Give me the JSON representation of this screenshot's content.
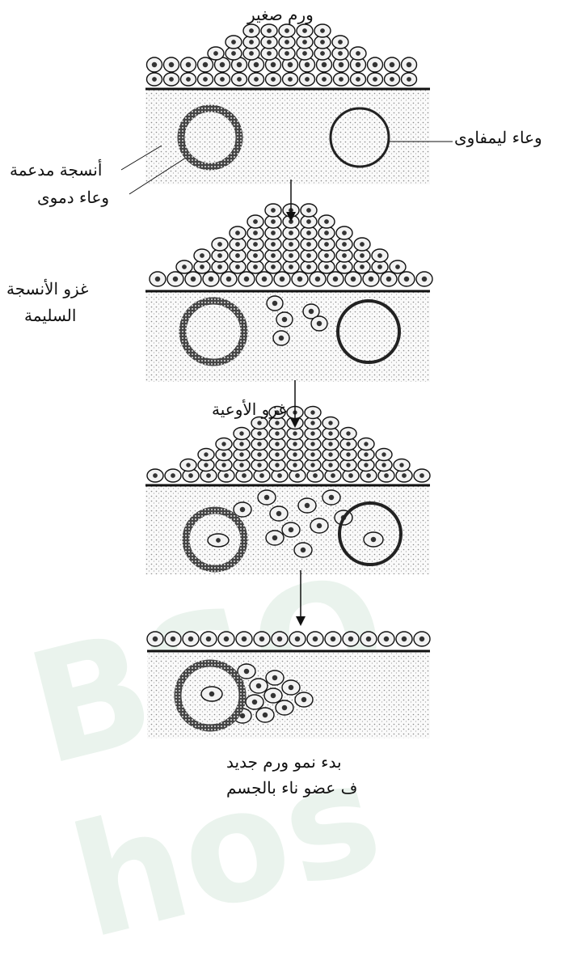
{
  "labels": {
    "small_tumor": "ورم صغير",
    "lymph_vessel": "وعاء ليمفاوى",
    "connective_tissue": "أنسجة مدعمة",
    "blood_vessel": "وعاء دموى",
    "invasion_line1": "غزو الأنسجة",
    "invasion_line2": "السليمة",
    "vessel_invasion": "غزو الأوعية",
    "new_tumor_line1": "بدء نمو ورم جديد",
    "new_tumor_line2": "ف عضو ناء بالجسم"
  },
  "watermark": "BSO hos",
  "colors": {
    "ink": "#111111",
    "stroma": "#d9d9d9",
    "cell": "#f4f4f4",
    "watermark": "#e7f2ea"
  }
}
